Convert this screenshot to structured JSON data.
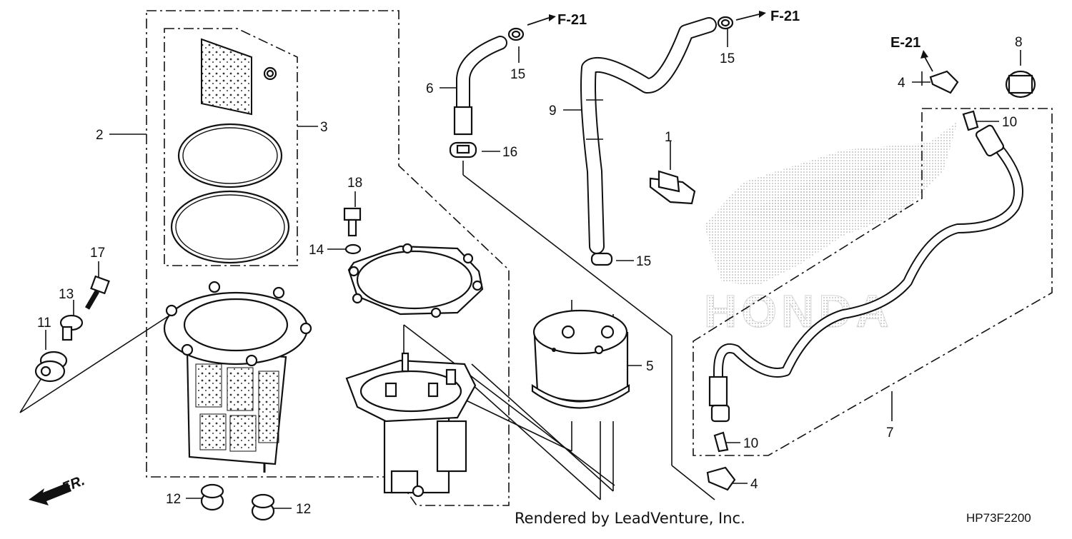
{
  "callouts": {
    "c1": "1",
    "c2": "2",
    "c3": "3",
    "c4a": "4",
    "c4b": "4",
    "c5": "5",
    "c6": "6",
    "c7": "7",
    "c8": "8",
    "c9": "9",
    "c10a": "10",
    "c10b": "10",
    "c11": "11",
    "c12a": "12",
    "c12b": "12",
    "c13": "13",
    "c14": "14",
    "c15a": "15",
    "c15b": "15",
    "c15c": "15",
    "c16": "16",
    "c17": "17",
    "c18": "18"
  },
  "references": {
    "f21_left": "F-21",
    "f21_right": "F-21",
    "e21": "E-21"
  },
  "direction_label": "FR.",
  "credit": "Rendered by LeadVenture, Inc.",
  "diagram_code": "HP73F2200",
  "watermark": "HONDA"
}
